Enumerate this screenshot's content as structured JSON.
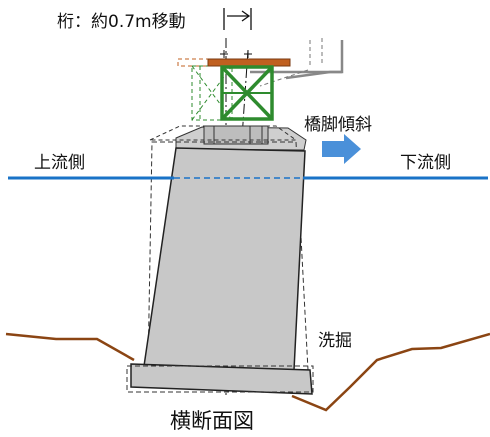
{
  "labels": {
    "girder_shift": "桁：約0.7m移動",
    "pier_tilt": "橋脚傾斜",
    "upstream": "上流側",
    "downstream": "下流側",
    "scour": "洗掘",
    "caption": "横断面図"
  },
  "colors": {
    "water": "#1a73c7",
    "ground": "#8b4513",
    "pier_fill": "#c8c8c8",
    "truss": "#2e8b2e",
    "girder": "#c06020",
    "arrow": "#4a90d9"
  }
}
